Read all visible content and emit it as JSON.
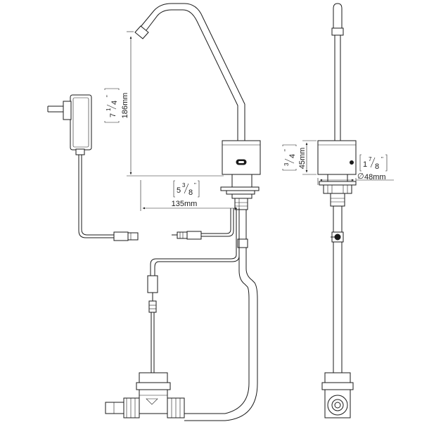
{
  "dimensions": {
    "height_mm": "186mm",
    "height_in_whole": "7",
    "height_in_num": "1",
    "height_in_den": "4",
    "reach_mm": "135mm",
    "reach_in_whole": "5",
    "reach_in_num": "3",
    "reach_in_den": "8",
    "body_mm": "45mm",
    "body_in_num": "3",
    "body_in_den": "4",
    "diameter_mm": "48mm",
    "diameter_symbol": "∅",
    "diameter_in_whole": "1",
    "diameter_in_num": "7",
    "diameter_in_den": "8",
    "inch_mark": "\""
  }
}
